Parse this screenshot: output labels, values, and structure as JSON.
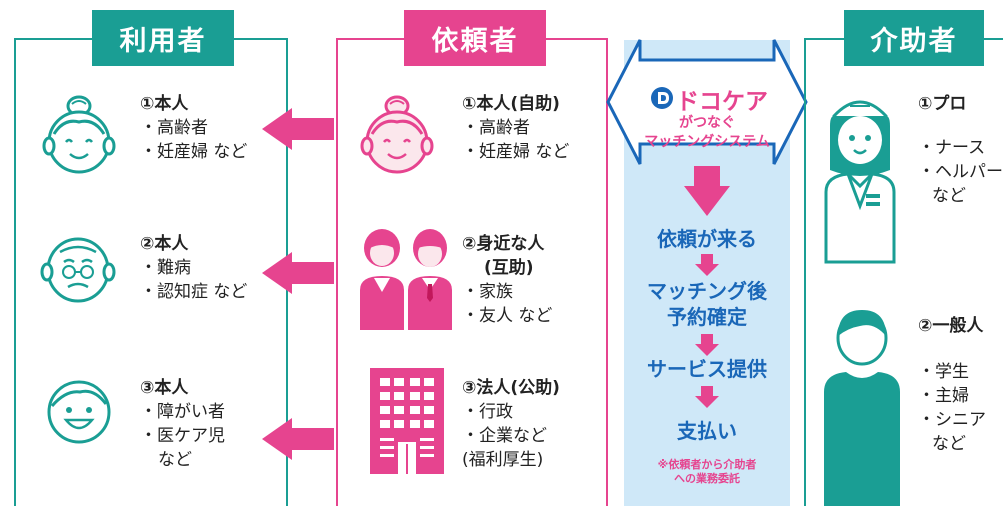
{
  "colors": {
    "teal": "#1a9e94",
    "pink": "#e6448f",
    "blue": "#1a67b8",
    "light_blue": "#cfe8f8",
    "skin": "#fbe7ec"
  },
  "headers": {
    "users": "利用者",
    "requesters": "依頼者",
    "caregivers": "介助者"
  },
  "users": [
    {
      "icon": "elderly-woman-face-icon",
      "title": "①本人",
      "lines": [
        "・高齢者",
        "・妊産婦 など"
      ]
    },
    {
      "icon": "elderly-man-face-icon",
      "title": "②本人",
      "lines": [
        "・難病",
        "・認知症 など"
      ]
    },
    {
      "icon": "smiling-child-face-icon",
      "title": "③本人",
      "lines": [
        "・障がい者",
        "・医ケア児",
        "など"
      ]
    }
  ],
  "requesters": [
    {
      "icon": "elderly-woman-face-icon",
      "title": "①本人(自助)",
      "lines": [
        "・高齢者",
        "・妊産婦 など"
      ]
    },
    {
      "icon": "two-people-icon",
      "title": "②身近な人",
      "subtitle": "(互助)",
      "lines": [
        "・家族",
        "・友人 など"
      ]
    },
    {
      "icon": "office-building-icon",
      "title": "③法人(公助)",
      "lines": [
        "・行政",
        "・企業など",
        "(福利厚生)"
      ]
    }
  ],
  "system": {
    "logo": "ドコケア",
    "logo_sub": [
      "がつなぐ",
      "マッチングシステム"
    ],
    "steps": [
      "依頼が来る",
      "マッチング後",
      "予約確定",
      "サービス提供",
      "支払い"
    ],
    "note": [
      "※依頼者から介助者",
      "への業務委託"
    ]
  },
  "caregivers": [
    {
      "icon": "nurse-icon",
      "title": "①プロ",
      "lines": [
        "・ナース",
        "・ヘルパー",
        "など"
      ]
    },
    {
      "icon": "person-silhouette-icon",
      "title": "②一般人",
      "lines": [
        "・学生",
        "・主婦",
        "・シニア",
        "など"
      ]
    }
  ]
}
